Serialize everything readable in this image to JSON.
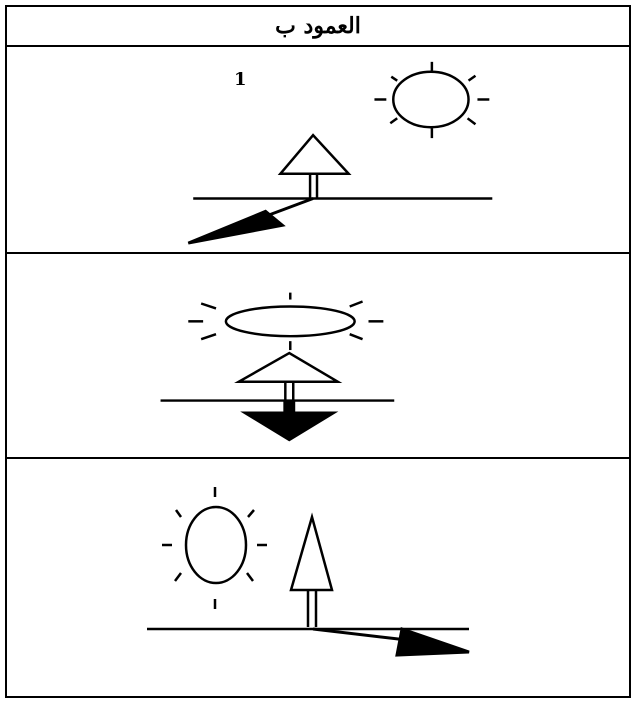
{
  "table": {
    "header": "العمود ب",
    "rows": [
      {
        "label": "1",
        "diagram": "sun-upper-right-tree-shadow-lower-left"
      },
      {
        "label": "",
        "diagram": "sun-overhead-tree-shadow-directly-below"
      },
      {
        "label": "",
        "diagram": "sun-upper-left-tree-shadow-lower-right"
      }
    ]
  },
  "colors": {
    "line": "#000000",
    "background": "#ffffff"
  }
}
